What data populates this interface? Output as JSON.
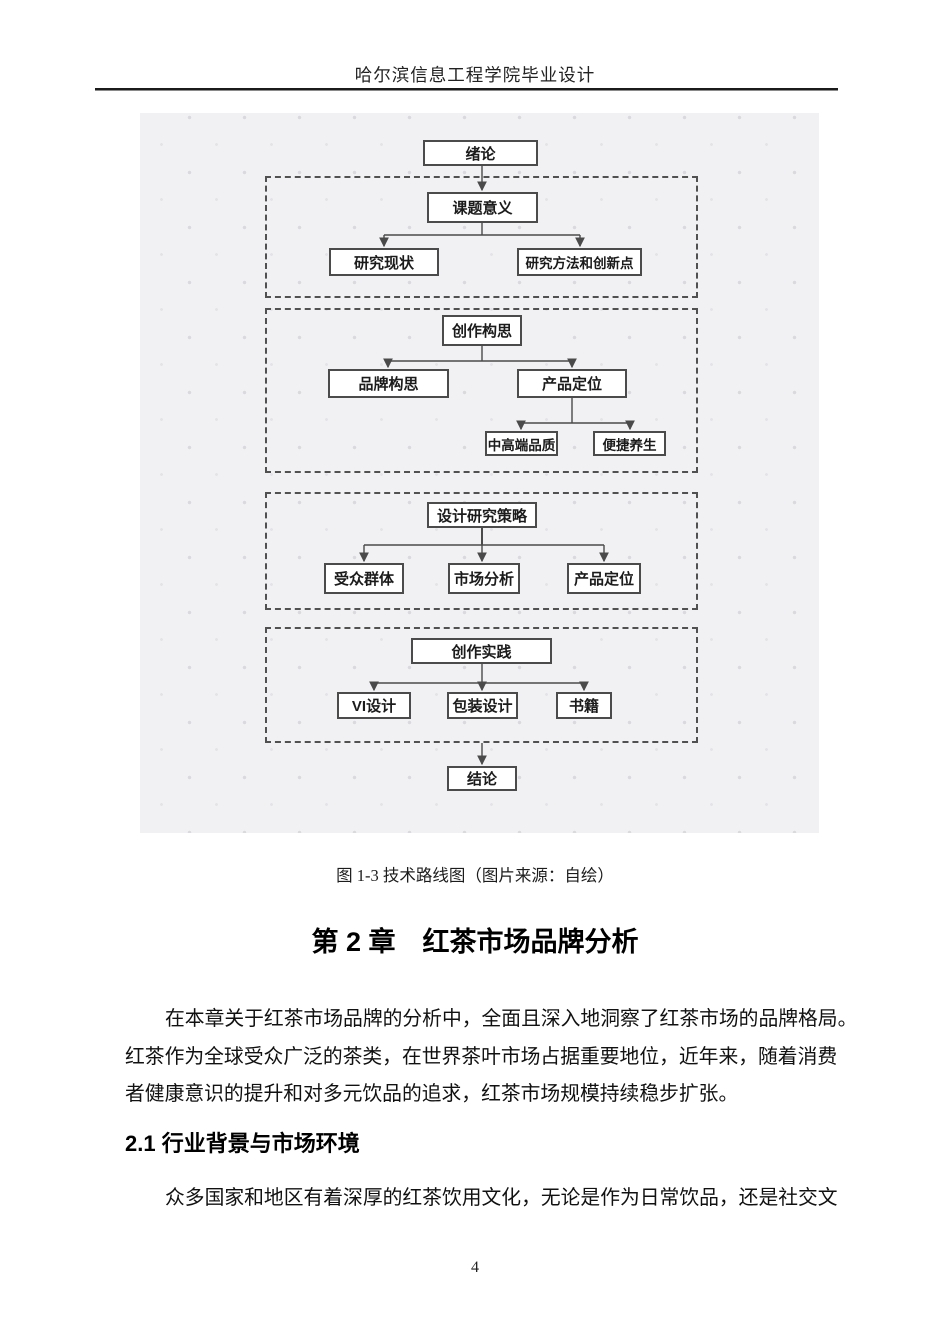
{
  "page": {
    "header_title": "哈尔滨信息工程学院毕业设计",
    "page_number": "4"
  },
  "figure": {
    "caption": "图 1-3 技术路线图（图片来源：自绘）",
    "nodes": {
      "introduction": "绪论",
      "topic_significance": "课题意义",
      "research_status": "研究现状",
      "research_methods_innovation": "研究方法和创新点",
      "creative_concept": "创作构思",
      "brand_concept": "品牌构思",
      "product_positioning_1": "产品定位",
      "mid_high_end_quality": "中高端品质",
      "convenient_wellness": "便捷养生",
      "design_research_strategy": "设计研究策略",
      "target_audience": "受众群体",
      "market_analysis": "市场分析",
      "product_positioning_2": "产品定位",
      "creative_practice": "创作实践",
      "vi_design": "VI设计",
      "packaging_design": "包装设计",
      "books": "书籍",
      "conclusion": "结论"
    }
  },
  "chapter": {
    "title": "第 2 章　红茶市场品牌分析",
    "paragraph_lines": [
      "在本章关于红茶市场品牌的分析中，全面且深入地洞察了红茶市场的品牌格局。",
      "红茶作为全球受众广泛的茶类，在世界茶叶市场占据重要地位，近年来，随着消费",
      "者健康意识的提升和对多元饮品的追求，红茶市场规模持续稳步扩张。"
    ]
  },
  "section": {
    "title": "2.1 行业背景与市场环境",
    "paragraph_lines": [
      "众多国家和地区有着深厚的红茶饮用文化，无论是作为日常饮品，还是社交文"
    ]
  }
}
